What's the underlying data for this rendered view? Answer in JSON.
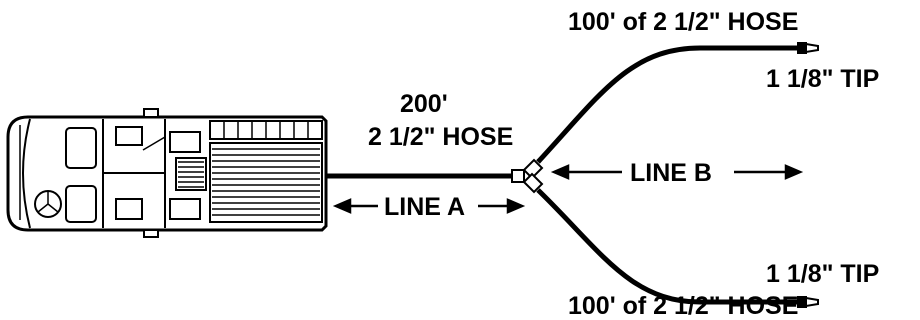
{
  "labels": {
    "line_a_length": "200'",
    "line_a_hose": "2 1/2\" HOSE",
    "upper_hose": "100' of 2 1/2\" HOSE",
    "upper_tip": "1 1/8\" TIP",
    "lower_tip": "1 1/8\" TIP",
    "lower_hose": "100' of 2 1/2\" HOSE",
    "line_a": "LINE A",
    "line_b": "LINE B"
  },
  "colors": {
    "ink": "#000000",
    "paper": "#ffffff"
  },
  "icons": [
    "fire-truck-icon",
    "wye-valve-icon",
    "nozzle-icon",
    "arrow-icon"
  ]
}
